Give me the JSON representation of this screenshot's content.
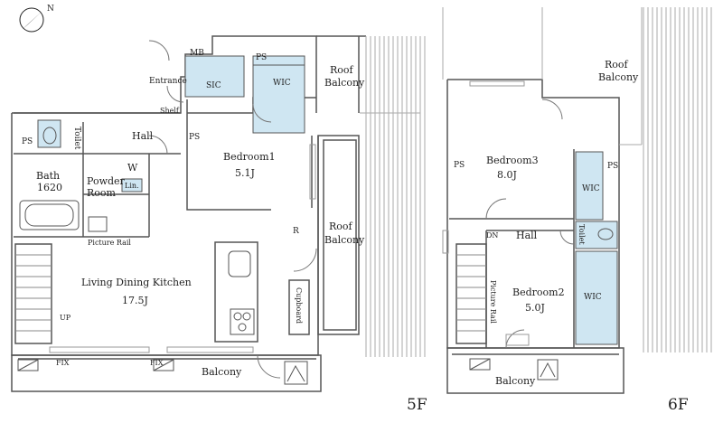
{
  "floors": {
    "f5": {
      "floor_label": "5F",
      "rooms": {
        "entrance": "Entrance",
        "sic": "SIC",
        "wic": "WIC",
        "mb": "MB",
        "ps_top": "PS",
        "shelf": "Shelf",
        "hall": "Hall",
        "toilet": "Toilet",
        "ps_left": "PS",
        "ps_mid": "PS",
        "bath_name": "Bath",
        "bath_size": "1620",
        "powder_line1": "Powder",
        "powder_line2": "Room",
        "washer": "W",
        "linen": "Lin.",
        "picture_rail": "Picture Rail",
        "bedroom1_name": "Bedroom1",
        "bedroom1_size": "5.1J",
        "r_mark": "R",
        "ldk_name": "Living Dining Kitchen",
        "ldk_size": "17.5J",
        "cupboard": "Cupboard",
        "up": "UP",
        "fix_left": "FIX",
        "fix_right": "FIX",
        "balcony": "Balcony",
        "roof_balcony_top_1": "Roof",
        "roof_balcony_top_2": "Balcony",
        "roof_balcony_mid_1": "Roof",
        "roof_balcony_mid_2": "Balcony"
      }
    },
    "f6": {
      "floor_label": "6F",
      "rooms": {
        "roof_balcony_1": "Roof",
        "roof_balcony_2": "Balcony",
        "bedroom3_name": "Bedroom3",
        "bedroom3_size": "8.0J",
        "ps_left": "PS",
        "ps_right": "PS",
        "wic_top": "WIC",
        "hall": "Hall",
        "dn": "DN",
        "toilet": "Toilet",
        "bedroom2_name": "Bedroom2",
        "bedroom2_size": "5.0J",
        "picture_rail": "Picture Rail",
        "wic_bottom": "WIC",
        "balcony": "Balcony"
      }
    }
  },
  "compass": {
    "north_label": "N"
  },
  "colors": {
    "closet_fill": "#cfe6f2",
    "wall": "#555555"
  }
}
